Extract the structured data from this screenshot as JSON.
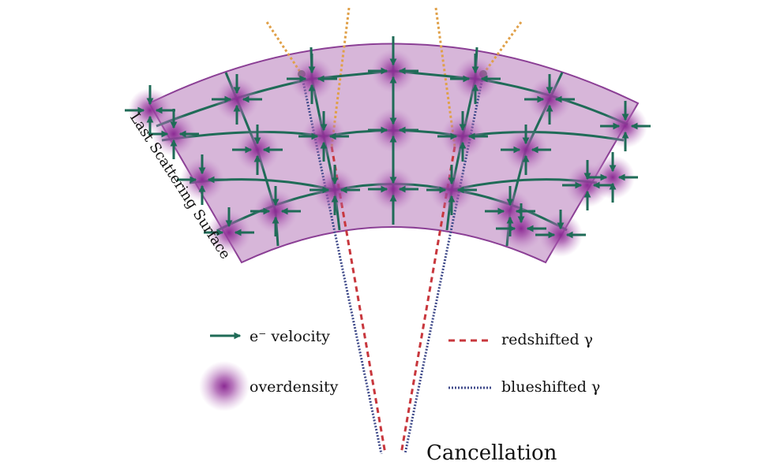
{
  "diagram": {
    "surface_label": "Last Scattering Surface",
    "bottom_label": "Cancellation",
    "colors": {
      "band_fill": "#d7b6d9",
      "band_stroke": "#8b3f95",
      "velocity": "#1f6b57",
      "overdensity": "#8b2a93",
      "redshift": "#c8373d",
      "blueshift": "#3f4a8a",
      "orange": "#e0a048"
    }
  },
  "legend": {
    "velocity": {
      "label": "e⁻ velocity",
      "icon": "arrow-right-icon"
    },
    "overdensity": {
      "label": "overdensity",
      "icon": "purple-blob-icon"
    },
    "redshifted": {
      "label": "redshifted γ",
      "icon": "red-dashed-line-icon"
    },
    "blueshifted": {
      "label": "blueshifted γ",
      "icon": "blue-dotted-line-icon"
    }
  }
}
